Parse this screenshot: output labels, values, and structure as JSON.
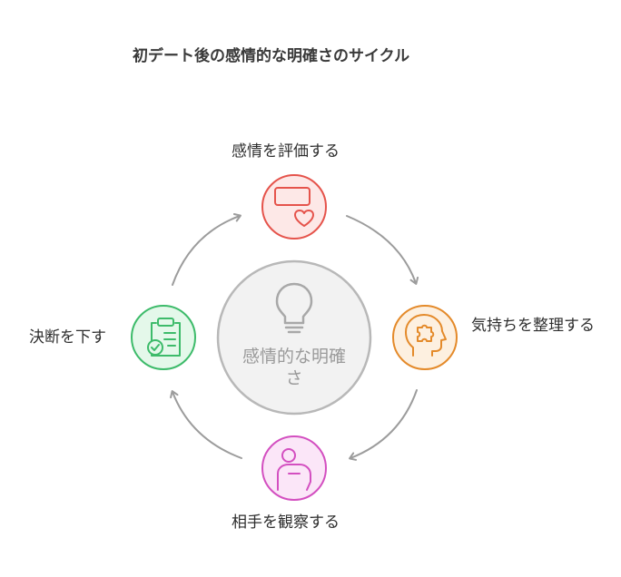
{
  "title": "初デート後の感情的な明確さのサイクル",
  "center": {
    "label": "感情的な明確さ",
    "icon": "lightbulb-icon"
  },
  "steps": [
    {
      "id": "evaluate",
      "label": "感情を評価する",
      "icon": "card-heart-icon",
      "color": "#e5534b",
      "fill": "#fde8e7"
    },
    {
      "id": "organize",
      "label": "気持ちを整理する",
      "icon": "head-puzzle-icon",
      "color": "#e48a2a",
      "fill": "#fdf0e0"
    },
    {
      "id": "observe",
      "label": "相手を観察する",
      "icon": "person-icon",
      "color": "#d34fc0",
      "fill": "#fbe6f8"
    },
    {
      "id": "decide",
      "label": "決断を下す",
      "icon": "clipboard-check-icon",
      "color": "#3dbb6a",
      "fill": "#e4f8ea"
    }
  ],
  "colors": {
    "arrow": "#9c9c9c",
    "center_stroke": "#b8b8b8",
    "center_fill": "#f2f2f2",
    "center_icon": "#a8a8a8"
  }
}
